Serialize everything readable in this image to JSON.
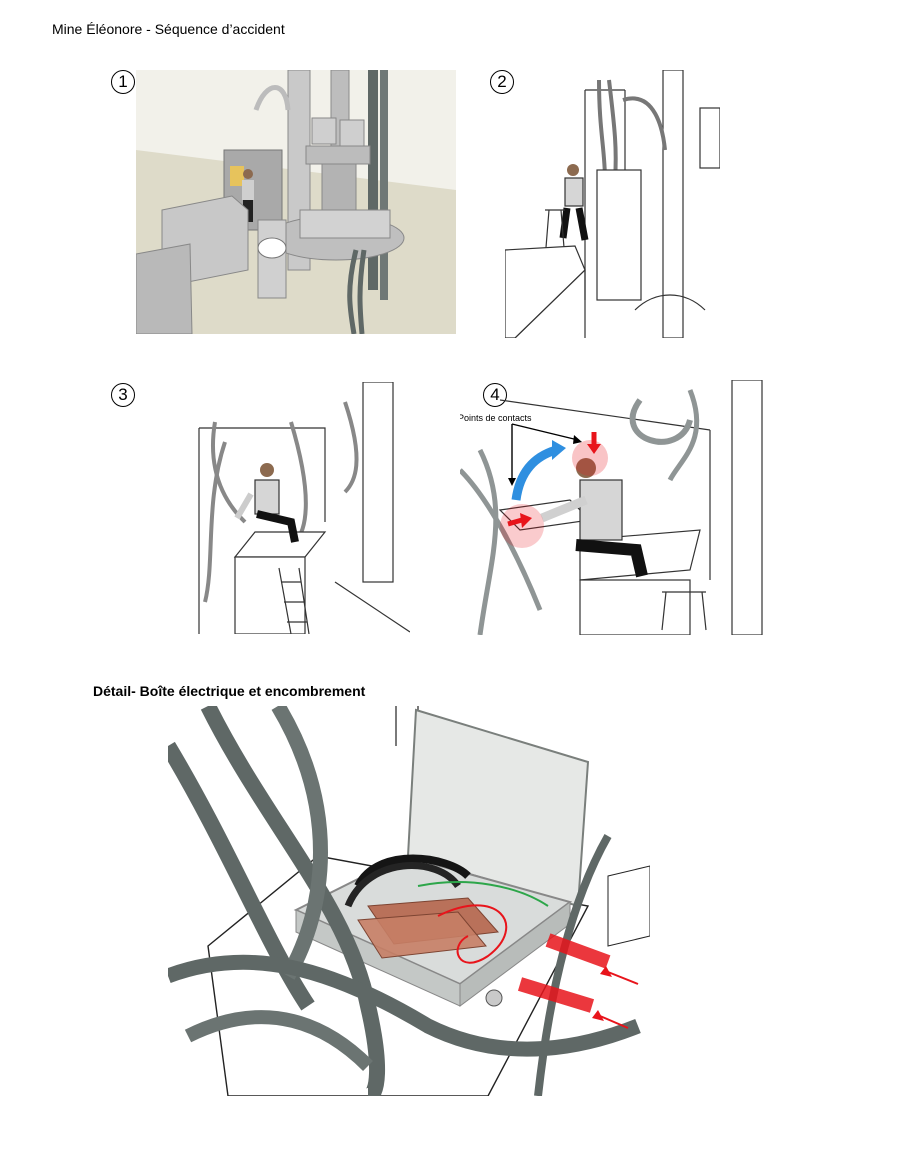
{
  "document": {
    "title": "Mine Éléonore - Séquence d’accident"
  },
  "steps": [
    {
      "number": "1",
      "view": "shaded"
    },
    {
      "number": "2",
      "view": "line"
    },
    {
      "number": "3",
      "view": "line"
    },
    {
      "number": "4",
      "view": "line-annotated"
    }
  ],
  "step4": {
    "callout_label": "Points de contacts"
  },
  "detail": {
    "title": "Détail- Boîte électrique et encombrement"
  },
  "colors": {
    "contact_red": "#e8141b",
    "motion_blue": "#2f8fe0",
    "cable_gray": "#5f6866",
    "floor_beige": "#dedbc9"
  }
}
